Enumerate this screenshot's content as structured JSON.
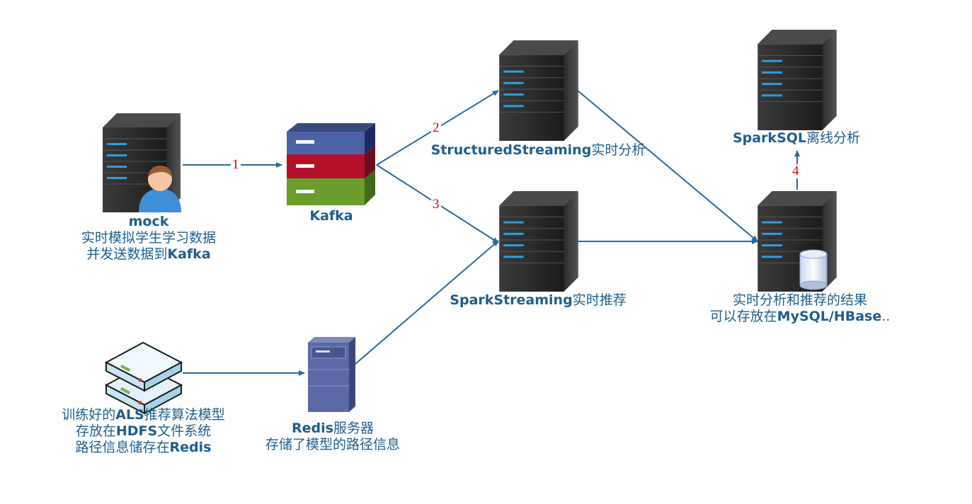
{
  "nodes": {
    "mock": {
      "title": "mock",
      "line1": "实时模拟学生学习数据",
      "line2_prefix": "并发送数据到",
      "line2_bold": "Kafka"
    },
    "kafka": {
      "title": "Kafka"
    },
    "structured": {
      "bold": "StructuredStreaming",
      "suffix": "实时分析"
    },
    "sparkstreaming": {
      "bold": "SparkStreaming",
      "suffix": "实时推荐"
    },
    "sparksql": {
      "bold": "SparkSQL",
      "suffix": "离线分析"
    },
    "storage": {
      "line1": "实时分析和推荐的结果",
      "line2_prefix": "可以存放在",
      "line2_bold": "MySQL/HBase",
      "line2_suffix": ".."
    },
    "redis": {
      "bold": "Redis",
      "suffix": "服务器",
      "line2": "存储了模型的路径信息"
    },
    "als": {
      "line1_prefix": "训练好的",
      "line1_bold": "ALS",
      "line1_suffix": "推荐算法模型",
      "line2_prefix": "存放在",
      "line2_bold": "HDFS",
      "line2_suffix": "文件系统",
      "line3_prefix": "路径信息储存在",
      "line3_bold": "Redis"
    }
  },
  "steps": [
    "1",
    "2",
    "3",
    "4"
  ],
  "colors": {
    "arrow": "#2a6a9a",
    "label": "#1f5d8c",
    "step": "#e00000"
  }
}
